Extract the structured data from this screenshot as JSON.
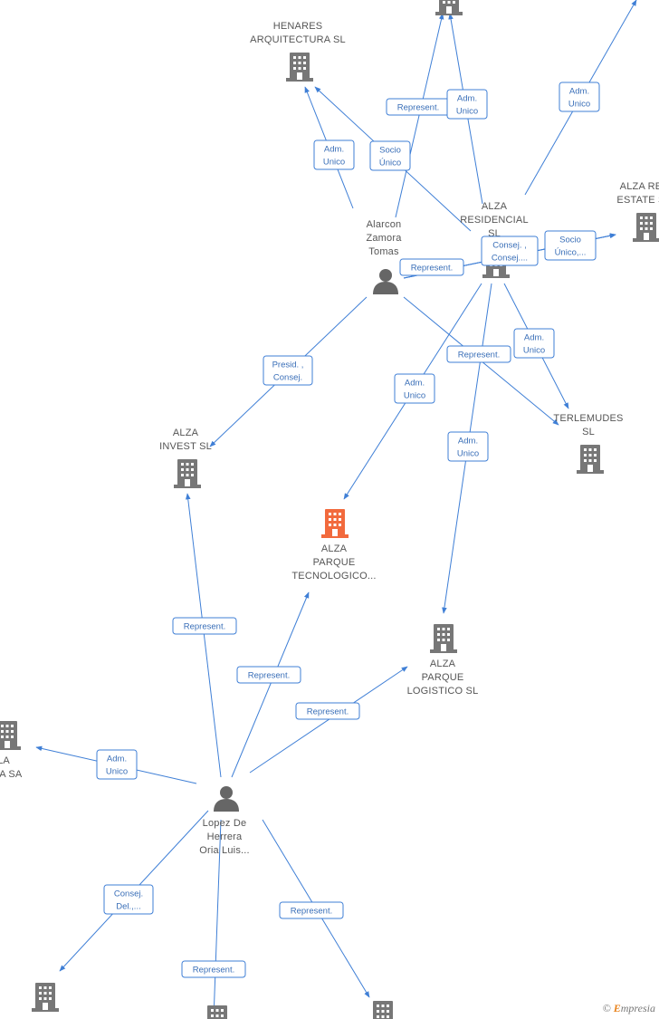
{
  "colors": {
    "edge": "#3f7fd6",
    "company": "#777777",
    "focus": "#f26a3d",
    "person": "#666666"
  },
  "nodes": [
    {
      "id": "henares",
      "type": "company",
      "label": [
        "HENARES",
        "ARQUITECTURA SL"
      ]
    },
    {
      "id": "top",
      "type": "company",
      "label": []
    },
    {
      "id": "alzares",
      "type": "company",
      "label": [
        "ALZA",
        "RESIDENCIAL",
        "SL"
      ]
    },
    {
      "id": "realestate",
      "type": "company",
      "label": [
        "ALZA RE",
        "ESTATE S"
      ]
    },
    {
      "id": "alarcon",
      "type": "person",
      "label": [
        "Alarcon",
        "Zamora",
        "Tomas"
      ]
    },
    {
      "id": "invest",
      "type": "company",
      "label": [
        "ALZA",
        "INVEST SL"
      ]
    },
    {
      "id": "terlemudes",
      "type": "company",
      "label": [
        "TERLEMUDES",
        "SL"
      ]
    },
    {
      "id": "parque",
      "type": "focus",
      "label": [
        "ALZA",
        "PARQUE",
        "TECNOLOGICO..."
      ]
    },
    {
      "id": "logistico",
      "type": "company",
      "label": [
        "ALZA",
        "PARQUE",
        "LOGISTICO SL"
      ]
    },
    {
      "id": "urbana",
      "type": "company",
      "label": [
        "LA",
        "ANA SA"
      ]
    },
    {
      "id": "lopez",
      "type": "person",
      "label": [
        "Lopez De",
        "Herrera",
        "Oria Luis..."
      ]
    },
    {
      "id": "bl",
      "type": "company",
      "label": []
    },
    {
      "id": "bc",
      "type": "company",
      "label": []
    },
    {
      "id": "br",
      "type": "company",
      "label": []
    }
  ],
  "edges": [
    {
      "label": [
        "Adm.",
        "Unico"
      ]
    },
    {
      "label": [
        "Socio",
        "Único"
      ]
    },
    {
      "label": [
        "Represent."
      ]
    },
    {
      "label": [
        "Adm.",
        "Unico"
      ]
    },
    {
      "label": [
        "Adm.",
        "Unico"
      ]
    },
    {
      "label": [
        "Represent."
      ]
    },
    {
      "label": [
        "Consej. ,",
        "Consej...."
      ]
    },
    {
      "label": [
        "Socio",
        "Único,..."
      ]
    },
    {
      "label": [
        "Presid. ,",
        "Consej."
      ]
    },
    {
      "label": [
        "Represent."
      ]
    },
    {
      "label": [
        "Adm.",
        "Unico"
      ]
    },
    {
      "label": [
        "Adm.",
        "Unico"
      ]
    },
    {
      "label": [
        "Adm.",
        "Unico"
      ]
    },
    {
      "label": [
        "Represent."
      ]
    },
    {
      "label": [
        "Represent."
      ]
    },
    {
      "label": [
        "Represent."
      ]
    },
    {
      "label": [
        "Adm.",
        "Unico"
      ]
    },
    {
      "label": [
        "Consej.",
        "Del.,..."
      ]
    },
    {
      "label": [
        "Represent."
      ]
    },
    {
      "label": [
        "Represent."
      ]
    }
  ],
  "brand": {
    "symbol": "©",
    "initial": "E",
    "rest": "mpresia"
  }
}
